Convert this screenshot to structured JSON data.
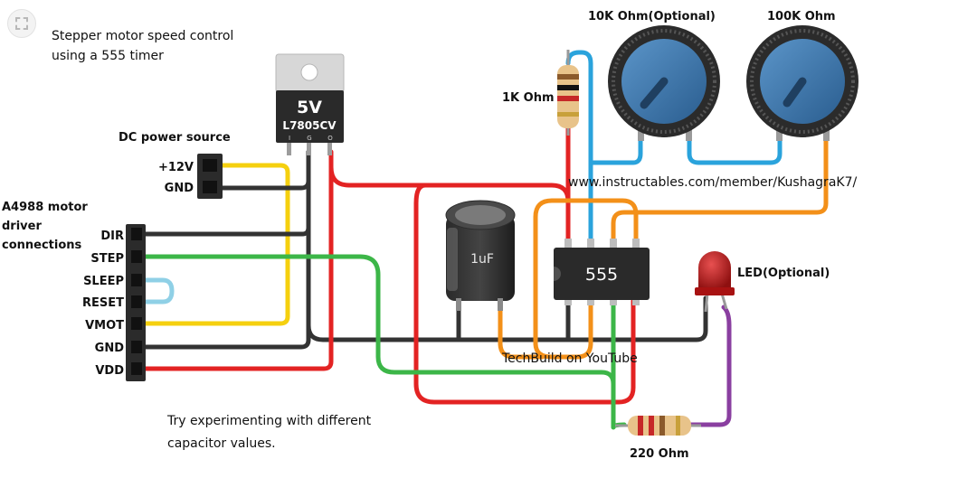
{
  "title_lines": [
    "Stepper motor speed control",
    "using a 555 timer"
  ],
  "footnote_lines": [
    "Try experimenting with different",
    "capacitor values."
  ],
  "power_source": {
    "title": "DC power source",
    "pins": [
      "+12V",
      "GND"
    ]
  },
  "driver": {
    "title_lines": [
      "A4988 motor",
      "driver",
      "connections"
    ],
    "pins": [
      "DIR",
      "STEP",
      "SLEEP",
      "RESET",
      "VMOT",
      "GND",
      "VDD"
    ]
  },
  "regulator": {
    "voltage": "5V",
    "part": "L7805CV",
    "pins": [
      "I",
      "G",
      "O"
    ]
  },
  "capacitor": {
    "label": "1uF"
  },
  "timer_ic": {
    "label": "555"
  },
  "resistor_1k": {
    "label": "1K Ohm"
  },
  "resistor_220": {
    "label": "220 Ohm"
  },
  "pot_10k": {
    "label": "10K Ohm(Optional)"
  },
  "pot_100k": {
    "label": "100K Ohm"
  },
  "led": {
    "label": "LED(Optional)"
  },
  "url_text": "www.instructables.com/member/KushagraK7/",
  "credit_text": "TechBuild on YouTube",
  "colors": {
    "red_wire": "#e32323",
    "black_wire": "#333333",
    "yellow_wire": "#f5d00f",
    "green_wire": "#3cb648",
    "blue_wire": "#2aa3dc",
    "orange_wire": "#f39019",
    "purple_wire": "#8a3fa0",
    "pot_blue": "#2d6fa8",
    "led_red": "#c81b1b"
  }
}
